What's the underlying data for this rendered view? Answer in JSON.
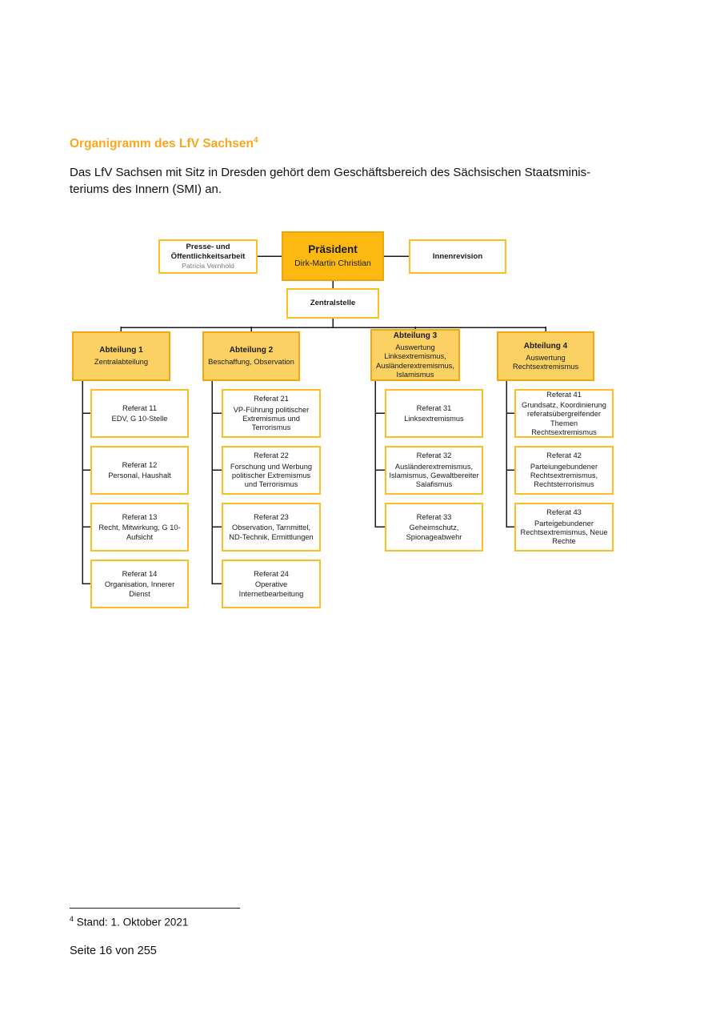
{
  "page": {
    "title": "Organigramm des LfV Sachsen",
    "title_footnote_ref": "4",
    "intro_line1": "Das LfV Sachsen mit Sitz in Dresden gehört dem Geschäftsbereich des Sächsischen Staatsminis-",
    "intro_line2": "teriums des Innern (SMI) an.",
    "footnote_ref": "4",
    "footnote_text": "Stand: 1. Oktober 2021",
    "page_number": "Seite 16 von 255"
  },
  "colors": {
    "title-orange": "#F9A71E",
    "praesident-fill": "#FCB912",
    "praesident-border": "#F0A20A",
    "abteilung-fill": "#FBD164",
    "abteilung-border": "#F2A70E",
    "box-border": "#FCBE20",
    "connector": "#1A1A1A",
    "person-gray": "#7A7A7A"
  },
  "chart": {
    "presse": {
      "title": "Presse- und Öffentlichkeitsarbeit",
      "person": "Patricia Vernhold"
    },
    "praesident": {
      "title": "Präsident",
      "person": "Dirk-Martin Christian"
    },
    "innenrevision": {
      "title": "Innenrevision"
    },
    "zentralstelle": {
      "title": "Zentralstelle"
    },
    "abteilungen": [
      {
        "title": "Abteilung 1",
        "subtitle": "Zentralabteilung",
        "referate": [
          {
            "title": "Referat 11",
            "subtitle": "EDV, G 10-Stelle"
          },
          {
            "title": "Referat 12",
            "subtitle": "Personal, Haushalt"
          },
          {
            "title": "Referat 13",
            "subtitle": "Recht, Mitwirkung, G 10-Aufsicht"
          },
          {
            "title": "Referat 14",
            "subtitle": "Organisation, Innerer Dienst"
          }
        ]
      },
      {
        "title": "Abteilung 2",
        "subtitle": "Beschaffung, Observation",
        "referate": [
          {
            "title": "Referat 21",
            "subtitle": "VP-Führung politischer Extremismus und Terrorismus"
          },
          {
            "title": "Referat 22",
            "subtitle": "Forschung und Werbung politischer Extremismus und Terrorismus"
          },
          {
            "title": "Referat 23",
            "subtitle": "Observation, Tarnmittel, ND-Technik, Ermittlungen"
          },
          {
            "title": "Referat 24",
            "subtitle": "Operative Internetbearbeitung"
          }
        ]
      },
      {
        "title": "Abteilung 3",
        "subtitle": "Auswertung Linksextremismus, Ausländerextremismus, Islamismus",
        "referate": [
          {
            "title": "Referat 31",
            "subtitle": "Linksextremismus"
          },
          {
            "title": "Referat 32",
            "subtitle": "Ausländerextremismus, Islamismus, Gewaltbereiter Salafismus"
          },
          {
            "title": "Referat 33",
            "subtitle": "Geheimschutz, Spionageabwehr"
          }
        ]
      },
      {
        "title": "Abteilung 4",
        "subtitle": "Auswertung Rechtsextremismus",
        "referate": [
          {
            "title": "Referat 41",
            "subtitle": "Grundsatz, Koordinierung referatsübergreifender Themen Rechtsextremismus"
          },
          {
            "title": "Referat 42",
            "subtitle": "Parteiungebundener Rechtsextremismus, Rechtsterrorismus"
          },
          {
            "title": "Referat 43",
            "subtitle": "Parteigebundener Rechtsextremismus, Neue Rechte"
          }
        ]
      }
    ]
  }
}
